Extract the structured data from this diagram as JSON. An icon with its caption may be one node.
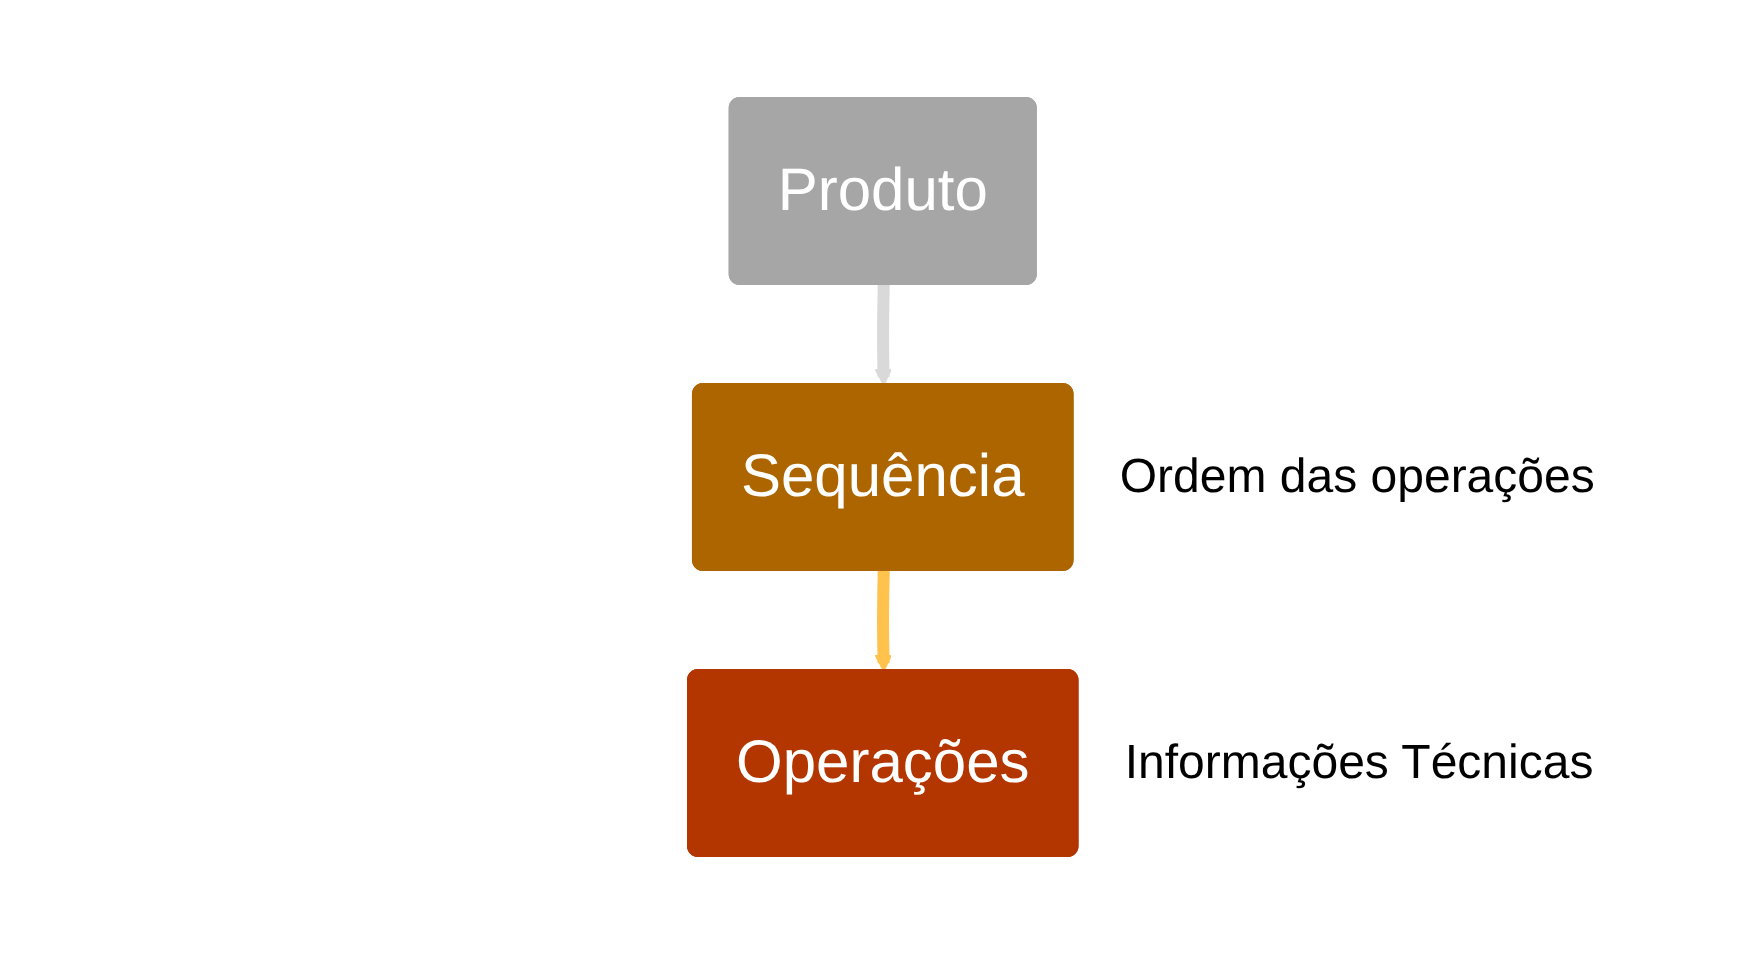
{
  "diagram": {
    "nodes": [
      {
        "text": [
          "Produto"
        ]
      },
      {
        "text": [
          "Sequência"
        ],
        "beside": [
          "Ordem das operações"
        ]
      },
      {
        "text": [
          "Operações"
        ],
        "beside": [
          "Informações Técnicas"
        ]
      }
    ],
    "edges": [
      {
        "from": 0,
        "to": 1,
        "arrow": "to",
        "color": "#d9d9d9"
      },
      {
        "from": 1,
        "to": 2,
        "arrow": "to",
        "color": "#ffc34d"
      }
    ]
  }
}
